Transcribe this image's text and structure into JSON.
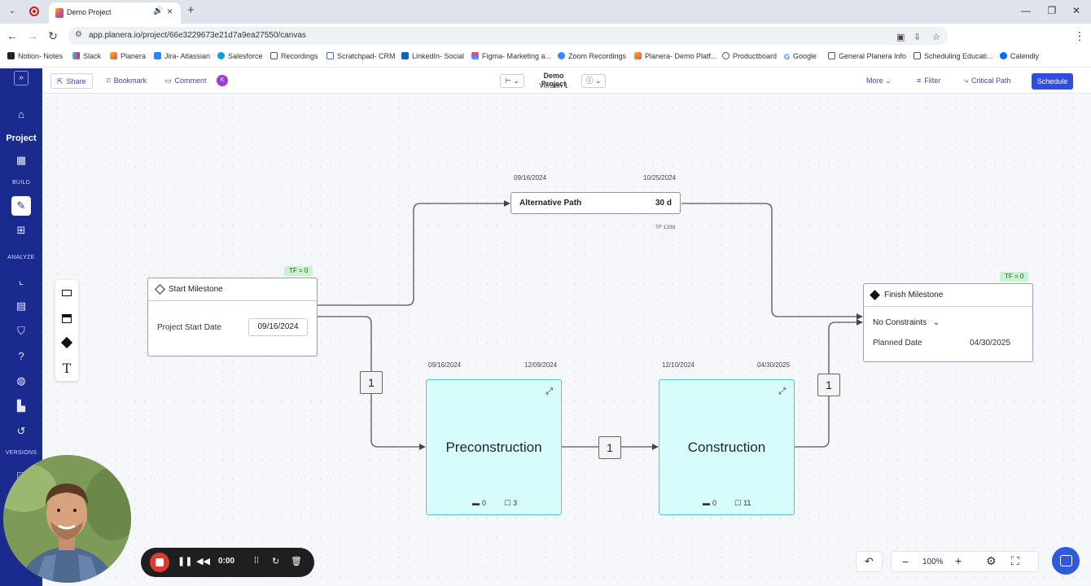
{
  "browser": {
    "tab_title": "Demo Project",
    "url": "app.planera.io/project/66e3229673e21d7a9ea27550/canvas",
    "profile_initial": "K",
    "bookmarks": [
      "Notion- Notes",
      "Slack",
      "Planera",
      "Jira- Atlassian",
      "Salesforce",
      "Recordings",
      "Scratchpad- CRM",
      "LinkedIn- Social",
      "Figma- Marketing a...",
      "Zoom Recordings",
      "Planera- Demo Platf...",
      "Productboard",
      "Google",
      "General Planera Info",
      "Scheduling Educati...",
      "Calendly"
    ]
  },
  "rail": {
    "project_label": "Project",
    "build_label": "BUILD",
    "analyze_label": "ANALYZE",
    "versions_label": "VERSIONS"
  },
  "header": {
    "share": "Share",
    "bookmark": "Bookmark",
    "comment": "Comment",
    "comment_avatar": "K",
    "project_name": "Demo Project",
    "version": "Version 1",
    "more": "More",
    "filter": "Filter",
    "critical_path": "Critical Path",
    "schedule": "Schedule"
  },
  "canvas": {
    "alternative_path": {
      "name": "Alternative Path",
      "duration": "30 d",
      "start": "09/16/2024",
      "end": "10/25/2024",
      "tf": "TF 133d"
    },
    "start_milestone": {
      "title": "Start Milestone",
      "tf": "TF = 0",
      "field_label": "Project Start Date",
      "field_value": "09/16/2024"
    },
    "finish_milestone": {
      "title": "Finish Milestone",
      "tf": "TF = 0",
      "constraint": "No Constraints",
      "planned_label": "Planned Date",
      "planned_value": "04/30/2025"
    },
    "preconstruction": {
      "name": "Preconstruction",
      "start": "09/16/2024",
      "end": "12/09/2024",
      "stat_a": "0",
      "stat_b": "3"
    },
    "construction": {
      "name": "Construction",
      "start": "12/10/2024",
      "end": "04/30/2025",
      "stat_a": "0",
      "stat_b": "11"
    },
    "lags": [
      "1",
      "1",
      "1"
    ]
  },
  "recorder": {
    "time": "0:00"
  },
  "zoom": {
    "value": "100%"
  },
  "colors": {
    "rail": "#1b2a8f",
    "accent": "#2f4ee0",
    "phase_fill": "#d8fbfb",
    "tf_badge": "#c9f2cf"
  }
}
